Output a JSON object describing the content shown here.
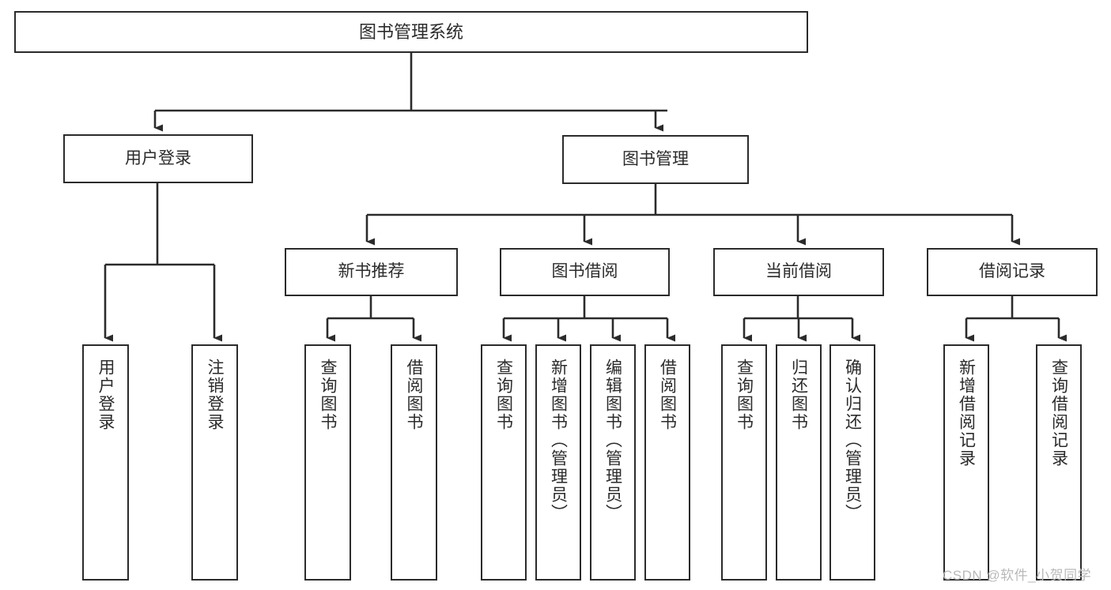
{
  "diagram": {
    "title": "图书管理系统",
    "type": "tree-hierarchy-chart",
    "watermark": "CSDN @软件_小贺同学",
    "colors": {
      "box_border": "#2b2b2b",
      "box_fill": "#ffffff",
      "edge": "#2b2b2b",
      "background": "#ffffff",
      "watermark": "#b9b9b9"
    }
  },
  "nodes": {
    "root": {
      "label": "图书管理系统"
    },
    "level2": [
      {
        "label": "用户登录"
      },
      {
        "label": "图书管理"
      }
    ],
    "level3": [
      {
        "label": "新书推荐"
      },
      {
        "label": "图书借阅"
      },
      {
        "label": "当前借阅"
      },
      {
        "label": "借阅记录"
      }
    ],
    "leaves": {
      "user_login": [
        {
          "label": "用户登录"
        },
        {
          "label": "注销登录"
        }
      ],
      "new_book_recommend": [
        {
          "label": "查询图书"
        },
        {
          "label": "借阅图书"
        }
      ],
      "book_borrow": [
        {
          "label": "查询图书"
        },
        {
          "label": "新增图书（管理员）"
        },
        {
          "label": "编辑图书（管理员）"
        },
        {
          "label": "借阅图书"
        }
      ],
      "current_borrow": [
        {
          "label": "查询图书"
        },
        {
          "label": "归还图书"
        },
        {
          "label": "确认归还（管理员）"
        }
      ],
      "borrow_record": [
        {
          "label": "新增借阅记录"
        },
        {
          "label": "查询借阅记录"
        }
      ]
    }
  }
}
